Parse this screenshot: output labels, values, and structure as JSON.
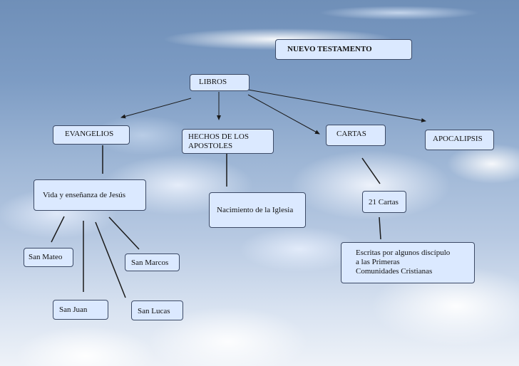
{
  "nodes": {
    "root": "NUEVO TESTAMENTO",
    "libros": "LIBROS",
    "evangelios": "EVANGELIOS",
    "hechos": "HECHOS DE LOS\n   APOSTOLES",
    "cartas": "CARTAS",
    "apocalipsis": "APOCALIPSIS",
    "vida": "Vida y enseñanza de Jesús",
    "nacimiento": "Nacimiento de la Iglesia",
    "cartas21": "21 Cartas",
    "escritas": "Escritas por algunos discípulo\n      a las Primeras\n Comunidades Cristianas",
    "mateo": "San Mateo",
    "marcos": "San Marcos",
    "juan": "San Juan",
    "lucas": "San Lucas"
  },
  "colors": {
    "node_fill": "#dbe9ff",
    "node_border": "#3c4a66",
    "edge": "#1a1a1a"
  }
}
